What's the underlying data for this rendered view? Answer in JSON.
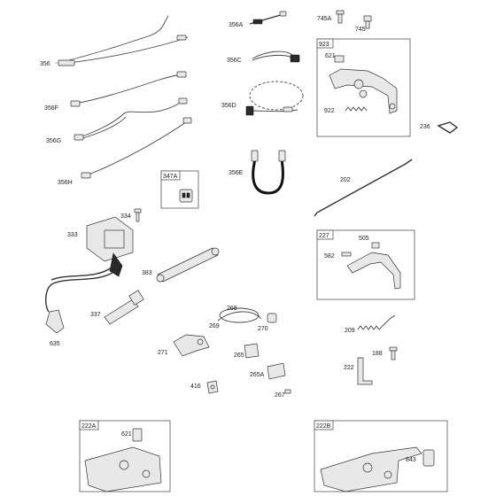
{
  "labels": {
    "p356": "356",
    "p356F": "356F",
    "p356G": "356G",
    "p356H": "356H",
    "p356A": "356A",
    "p356C": "356C",
    "p356D": "356D",
    "p356E": "356E",
    "p745A": "745A",
    "p745": "745",
    "p923": "923",
    "p621a": "621",
    "p922": "922",
    "p236": "236",
    "p347A": "347A",
    "p334": "334",
    "p333": "333",
    "p383": "383",
    "p202": "202",
    "p227": "227",
    "p505": "505",
    "p582": "582",
    "p337": "337",
    "p635": "635",
    "p268": "268",
    "p269": "269",
    "p270": "270",
    "p271": "271",
    "p265": "265",
    "p265A": "265A",
    "p267": "267",
    "p416": "416",
    "p209": "209",
    "p188": "188",
    "p222": "222",
    "p222A": "222A",
    "p621b": "621",
    "p222B": "222B",
    "p843": "843"
  }
}
